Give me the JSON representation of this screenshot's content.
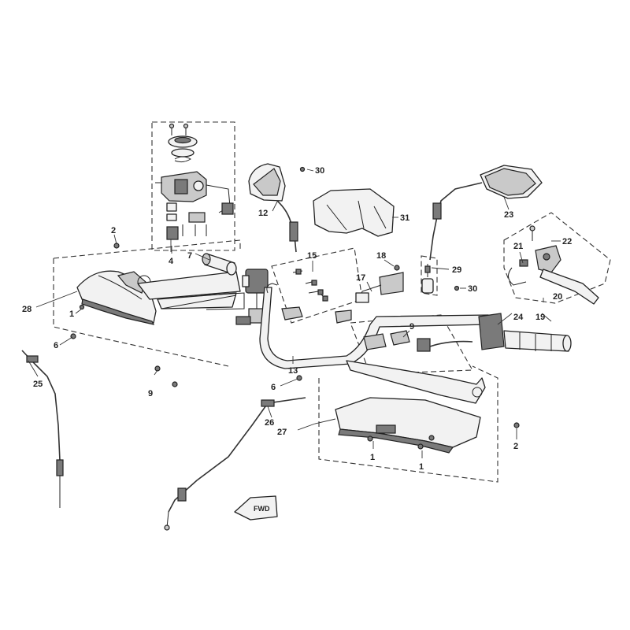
{
  "labels": {
    "p1a": "1",
    "p1b": "1",
    "p1c": "1",
    "p2a": "2",
    "p2b": "2",
    "p4": "4",
    "p6a": "6",
    "p6b": "6",
    "p7": "7",
    "p9a": "9",
    "p9b": "9",
    "p12": "12",
    "p13": "13",
    "p15": "15",
    "p17": "17",
    "p18": "18",
    "p19": "19",
    "p20": "20",
    "p21": "21",
    "p22": "22",
    "p23": "23",
    "p24": "24",
    "p25": "25",
    "p26": "26",
    "p27": "27",
    "p28": "28",
    "p29": "29",
    "p30a": "30",
    "p30b": "30",
    "p31": "31"
  },
  "fwd_text": "FWD"
}
